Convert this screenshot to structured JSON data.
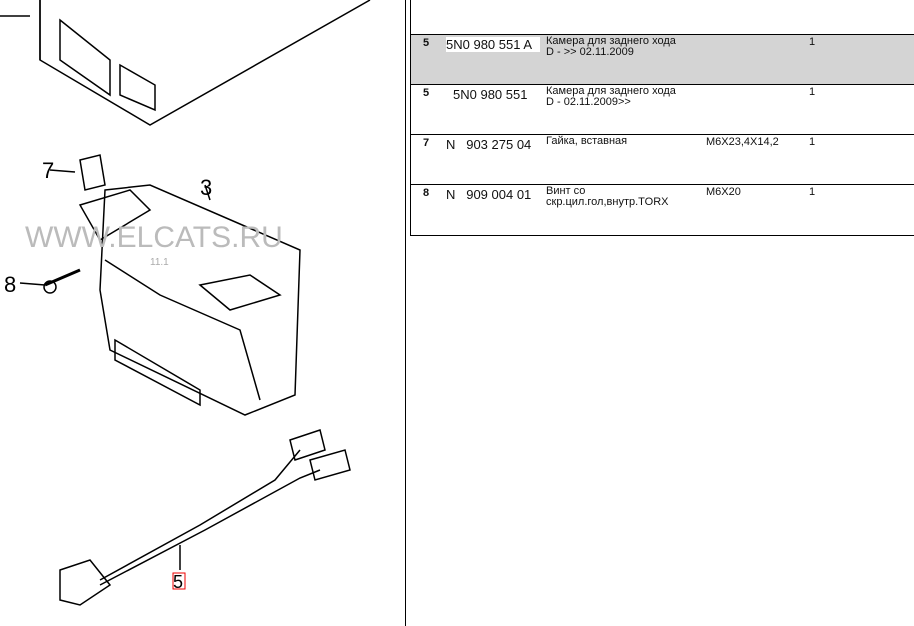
{
  "diagram": {
    "callouts": {
      "c7": "7",
      "c3": "3",
      "c8": "8",
      "c5": "5"
    },
    "watermark": "WWW.ELCATS.RU",
    "stamp": "11.1"
  },
  "rows": [
    {
      "pos": "5",
      "part": "5N0 980 551 A",
      "desc": "Камера для заднего хода\nD - >> 02.11.2009",
      "note": "",
      "qty": "1",
      "selected": true
    },
    {
      "pos": "5",
      "part": "5N0 980 551",
      "desc": "Камера для заднего хода\nD - 02.11.2009>>",
      "note": "",
      "qty": "1"
    },
    {
      "pos": "7",
      "part": "N   903 275 04",
      "desc": "Гайка, вставная",
      "note": "M6X23,4X14,2",
      "qty": "1"
    },
    {
      "pos": "8",
      "part": "N   909 004 01",
      "desc": "Винт со\nскр.цил.гол,внутр.TORX",
      "note": "M6X20",
      "qty": "1"
    }
  ]
}
